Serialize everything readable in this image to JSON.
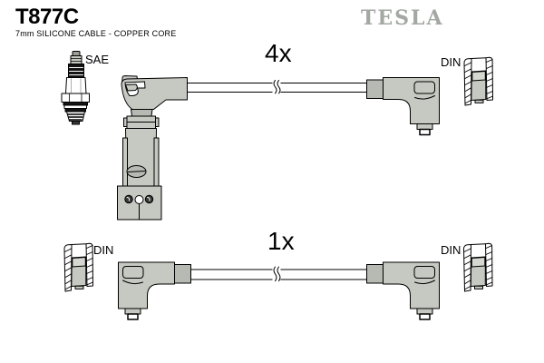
{
  "header": {
    "part_number": "T877C",
    "subtitle": "7mm SILICONE CABLE - COPPER CORE",
    "brand": "TESLA"
  },
  "diagram": {
    "top_row": {
      "quantity": "4x",
      "plug_end_standard": "SAE",
      "distributor_end_standard": "DIN"
    },
    "bottom_row": {
      "quantity": "1x",
      "left_end_standard": "DIN",
      "right_end_standard": "DIN"
    }
  },
  "colors": {
    "connector_fill": "#c5c9c1",
    "connector_shade": "#b6bab2",
    "brand_gray": "#a3a8a2",
    "outline": "#000000"
  }
}
